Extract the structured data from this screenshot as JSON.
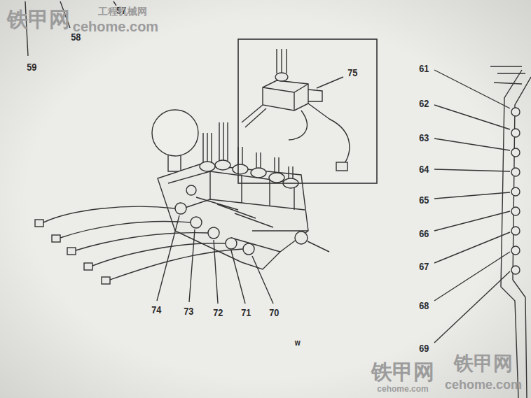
{
  "diagram": {
    "labels": [
      "59",
      "58",
      "57",
      "75",
      "61",
      "62",
      "63",
      "64",
      "65",
      "66",
      "67",
      "68",
      "69",
      "74",
      "73",
      "72",
      "71",
      "70",
      "w",
      "铁甲网",
      "工程机械网",
      "cehome.com",
      "铁甲网",
      "cehome.com",
      "铁甲网",
      "cehome.com"
    ]
  }
}
